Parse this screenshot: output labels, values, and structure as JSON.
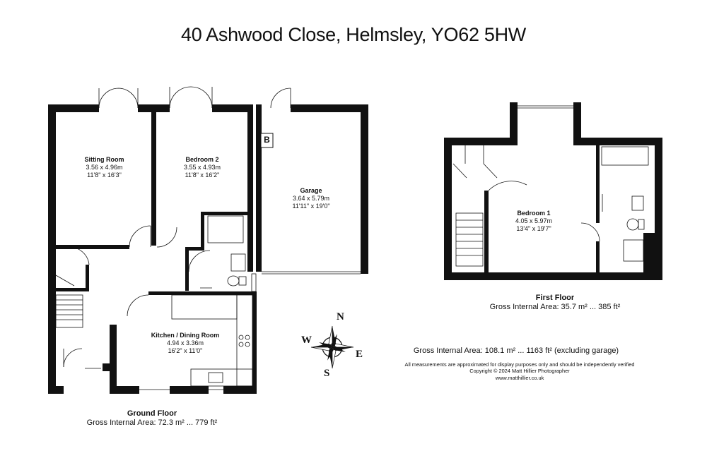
{
  "title": "40 Ashwood Close, Helmsley, YO62 5HW",
  "rooms": {
    "sitting": {
      "name": "Sitting Room",
      "metric": "3.56 x 4.96m",
      "imperial": "11'8\" x 16'3\""
    },
    "bedroom2": {
      "name": "Bedroom 2",
      "metric": "3.55 x 4.93m",
      "imperial": "11'8\" x 16'2\""
    },
    "garage": {
      "name": "Garage",
      "metric": "3.64 x 5.79m",
      "imperial": "11'11\" x 19'0\""
    },
    "kitchen": {
      "name": "Kitchen / Dining Room",
      "metric": "4.94 x 3.36m",
      "imperial": "16'2\" x 11'0\""
    },
    "bedroom1": {
      "name": "Bedroom 1",
      "metric": "4.05 x 5.97m",
      "imperial": "13'4\" x 19'7\""
    }
  },
  "boiler_label": "B",
  "ground_floor": {
    "name": "Ground Floor",
    "area": "Gross Internal Area: 72.3 m² ... 779 ft²"
  },
  "first_floor": {
    "name": "First Floor",
    "area": "Gross Internal Area: 35.7 m² ... 385 ft²"
  },
  "total_area": "Gross Internal Area: 108.1 m² ... 1163 ft² (excluding garage)",
  "disclaimer": {
    "line1": "All measurements are approximated for display purposes only and should be independently verified",
    "line2": "Copyright © 2024 Matt Hillier Photographer",
    "line3": "www.matthillier.co.uk"
  },
  "compass": {
    "n": "N",
    "e": "E",
    "s": "S",
    "w": "W"
  }
}
